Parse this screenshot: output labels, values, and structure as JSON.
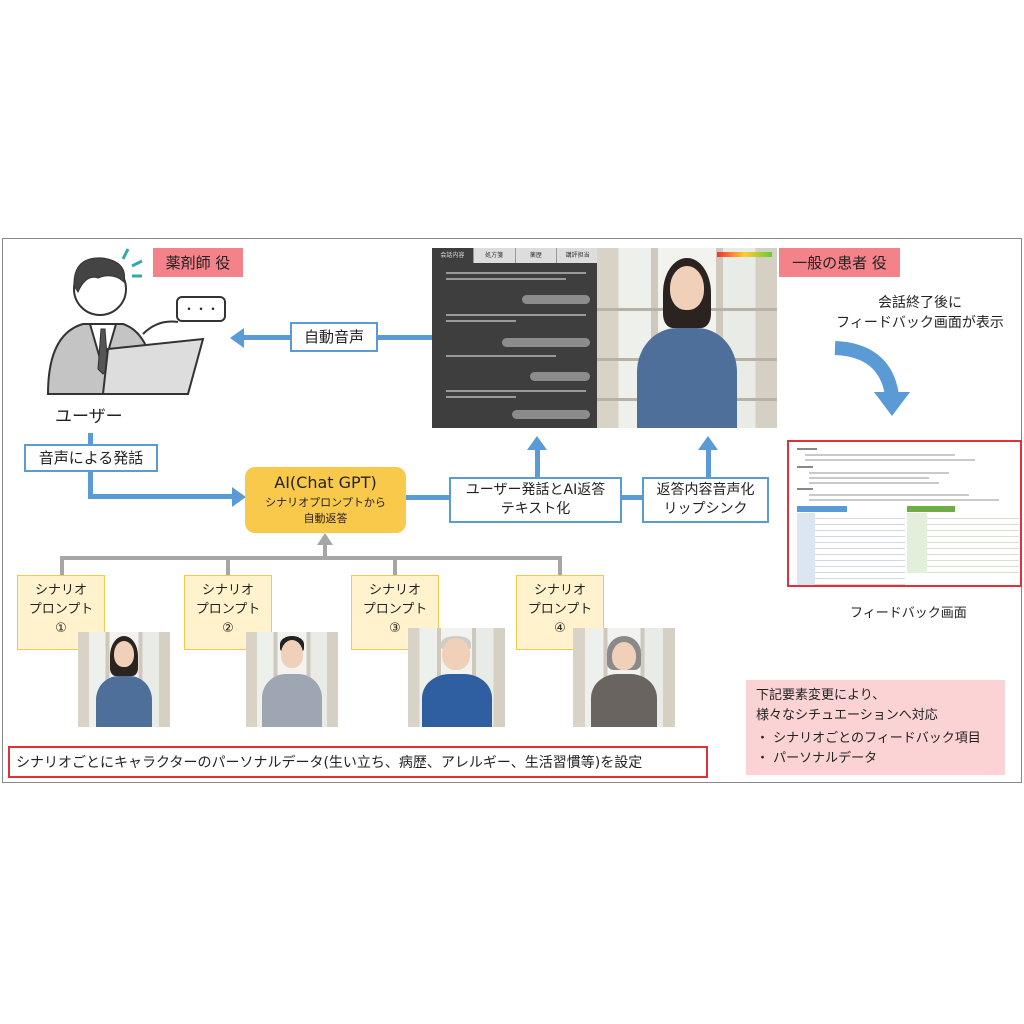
{
  "roles": {
    "pharmacist": "薬剤師 役",
    "patient": "一般の患者 役"
  },
  "user_label": "ユーザー",
  "speech_bubble": "・・・",
  "auto_voice": "自動音声",
  "voice_input": "音声による発話",
  "ai": {
    "title": "AI(Chat GPT)",
    "subtitle": "シナリオプロンプトから",
    "subtitle2": "自動返答"
  },
  "text_conversion": {
    "line1": "ユーザー発話とAI返答",
    "line2": "テキスト化"
  },
  "voice_sync": {
    "line1": "返答内容音声化",
    "line2": "リップシンク"
  },
  "chat_tabs": [
    "会話内容",
    "処方箋",
    "薬歴",
    "講評担当"
  ],
  "feedback_note": {
    "line1": "会話終了後に",
    "line2": "フィードバック画面が表示"
  },
  "feedback_caption": "フィードバック画面",
  "scenarios": [
    {
      "line1": "シナリオ",
      "line2": "プロンプト",
      "num": "①"
    },
    {
      "line1": "シナリオ",
      "line2": "プロンプト",
      "num": "②"
    },
    {
      "line1": "シナリオ",
      "line2": "プロンプト",
      "num": "③"
    },
    {
      "line1": "シナリオ",
      "line2": "プロンプト",
      "num": "④"
    }
  ],
  "persona_note": "シナリオごとにキャラクターのパーソナルデータ(生い立ち、病歴、アレルギー、生活習慣等)を設定",
  "variation": {
    "title1": "下記要素変更により、",
    "title2": "様々なシチュエーションへ対応",
    "items": [
      "シナリオごとのフィードバック項目",
      "パーソナルデータ"
    ]
  },
  "colors": {
    "arrow": "#5b9bd5",
    "pink": "#f4828a",
    "ai": "#f9c94b",
    "scenario_bg": "#fff2cc",
    "red": "#e0303a"
  }
}
